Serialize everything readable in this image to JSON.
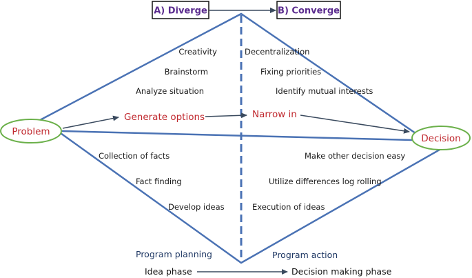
{
  "colors": {
    "diamond": "#4a72b4",
    "arrow": "#3a4a5e",
    "node_border": "#6bb04a",
    "red_text": "#c0282e",
    "dark_text": "#1a1a1a",
    "navy_text": "#1f3864",
    "box_text": "#5b2c8f"
  },
  "header": {
    "diverge": "A) Diverge",
    "converge": "B) Converge"
  },
  "nodes": {
    "problem": "Problem",
    "decision": "Decision"
  },
  "flow": {
    "generate": "Generate options",
    "narrow": "Narrow in"
  },
  "diverge_top": [
    "Creativity",
    "Brainstorm",
    "Analyze situation"
  ],
  "converge_top": [
    "Decentralization",
    "Fixing priorities",
    "Identify mutual interests"
  ],
  "diverge_bottom": [
    "Collection of facts",
    "Fact finding",
    "Develop ideas"
  ],
  "converge_bottom": [
    "Make other decision easy",
    "Utilize differences log rolling",
    "Execution of ideas"
  ],
  "program": {
    "planning": "Program planning",
    "action": "Program action"
  },
  "phases": {
    "idea": "Idea phase",
    "decision": "Decision making phase"
  }
}
